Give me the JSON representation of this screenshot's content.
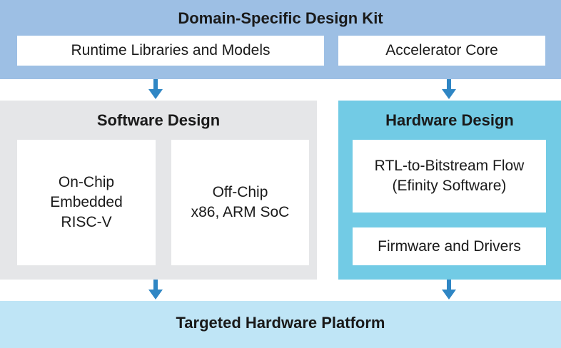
{
  "top": {
    "title": "Domain-Specific Design Kit",
    "left_box": "Runtime Libraries and Models",
    "right_box": "Accelerator Core"
  },
  "software": {
    "title": "Software Design",
    "on_chip": [
      "On-Chip",
      "Embedded",
      "RISC-V"
    ],
    "off_chip": [
      "Off-Chip",
      "x86, ARM SoC"
    ]
  },
  "hardware": {
    "title": "Hardware Design",
    "rtl": [
      "RTL-to-Bitstream Flow",
      "(Efinity Software)"
    ],
    "firmware": "Firmware and Drivers"
  },
  "bottom": {
    "title": "Targeted Hardware Platform"
  },
  "colors": {
    "top_band": "#9dbfe4",
    "software_panel": "#e5e6e8",
    "hardware_panel": "#72cbe5",
    "bottom_band": "#bfe5f6",
    "arrow": "#2f86c4"
  }
}
